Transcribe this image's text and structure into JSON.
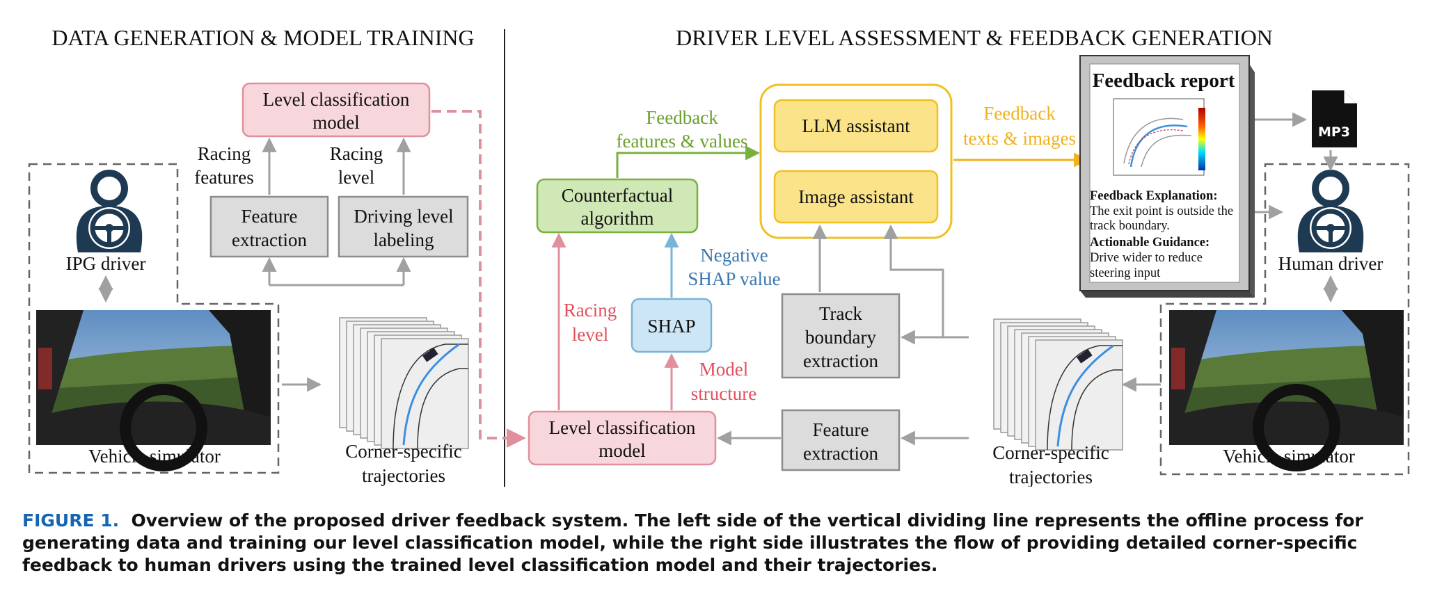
{
  "titles": {
    "left": "DATA GENERATION & MODEL TRAINING",
    "right": "DRIVER LEVEL ASSESSMENT & FEEDBACK GENERATION"
  },
  "left": {
    "level_model": [
      "Level classification",
      "model"
    ],
    "feature_extraction": [
      "Feature",
      "extraction"
    ],
    "driving_level_labeling": [
      "Driving level",
      "labeling"
    ],
    "racing_features_label": [
      "Racing",
      "features"
    ],
    "racing_level_label": [
      "Racing",
      "level"
    ],
    "driver_label": "IPG driver",
    "simulator_label": "Vehicle simulator",
    "trajectories_label": [
      "Corner-specific",
      "trajectories"
    ]
  },
  "right": {
    "counterfactual": [
      "Counterfactual",
      "algorithm"
    ],
    "feedback_features_label": [
      "Feedback",
      "features & values"
    ],
    "llm_assistant": "LLM assistant",
    "image_assistant": "Image assistant",
    "feedback_texts_label": [
      "Feedback",
      "texts & images"
    ],
    "negative_shap_label": [
      "Negative",
      "SHAP value"
    ],
    "shap": "SHAP",
    "racing_level_label": [
      "Racing",
      "level"
    ],
    "model_structure_label": [
      "Model",
      "structure"
    ],
    "track_boundary": [
      "Track",
      "boundary",
      "extraction"
    ],
    "level_model": [
      "Level classification",
      "model"
    ],
    "feature_extraction": [
      "Feature",
      "extraction"
    ],
    "trajectories_label": [
      "Corner-specific",
      "trajectories"
    ],
    "driver_label": "Human driver",
    "simulator_label": "Vehicle simulator",
    "mp3_label": "MP3"
  },
  "report": {
    "title": "Feedback report",
    "explanation_heading": "Feedback Explanation:",
    "explanation_lines": [
      "The exit point is outside the",
      "track boundary."
    ],
    "guidance_heading": "Actionable Guidance:",
    "guidance_lines": [
      "Drive wider to reduce",
      "steering input"
    ]
  },
  "caption": {
    "label": "FIGURE 1.",
    "text": "Overview of the proposed driver feedback system. The left side of the vertical dividing line represents the offline process for generating data and training our level classification model, while the right side illustrates the flow of providing detailed corner-specific feedback to human drivers using the trained level classification model and their trajectories."
  },
  "colors": {
    "pink_fill": "#f8d7dc",
    "pink_stroke": "#e0909d",
    "pink_text": "#e0505d",
    "gray_fill": "#dcdcdc",
    "gray_stroke": "#8c8c8c",
    "arrow_gray": "#a0a0a0",
    "green_fill": "#cfe8b5",
    "green_stroke": "#78b03c",
    "green_text": "#6aa02c",
    "blue_fill": "#cde6f5",
    "blue_stroke": "#78b4d8",
    "blue_text": "#3a78b0",
    "yellow_fill": "#fbe38a",
    "yellow_stroke": "#f0c020",
    "orange": "#f2b21e",
    "caption_blue": "#1565b0"
  }
}
